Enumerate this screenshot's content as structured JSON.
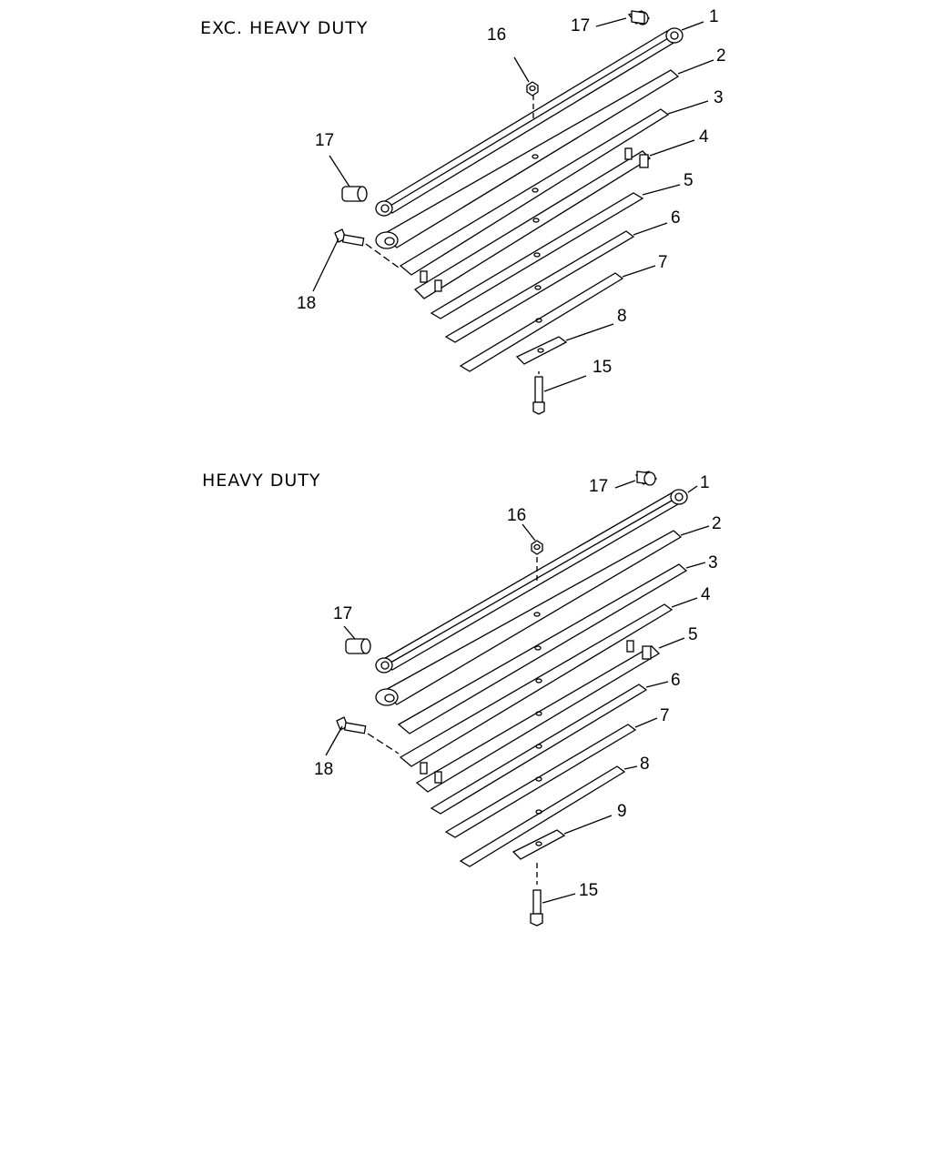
{
  "sections": [
    {
      "title": "EXC. HEAVY DUTY",
      "callouts": [
        "1",
        "2",
        "3",
        "4",
        "5",
        "6",
        "7",
        "8",
        "15",
        "16",
        "17",
        "17",
        "18"
      ]
    },
    {
      "title": "HEAVY DUTY",
      "callouts": [
        "1",
        "2",
        "3",
        "4",
        "5",
        "6",
        "7",
        "8",
        "9",
        "15",
        "16",
        "17",
        "17",
        "18"
      ]
    }
  ]
}
